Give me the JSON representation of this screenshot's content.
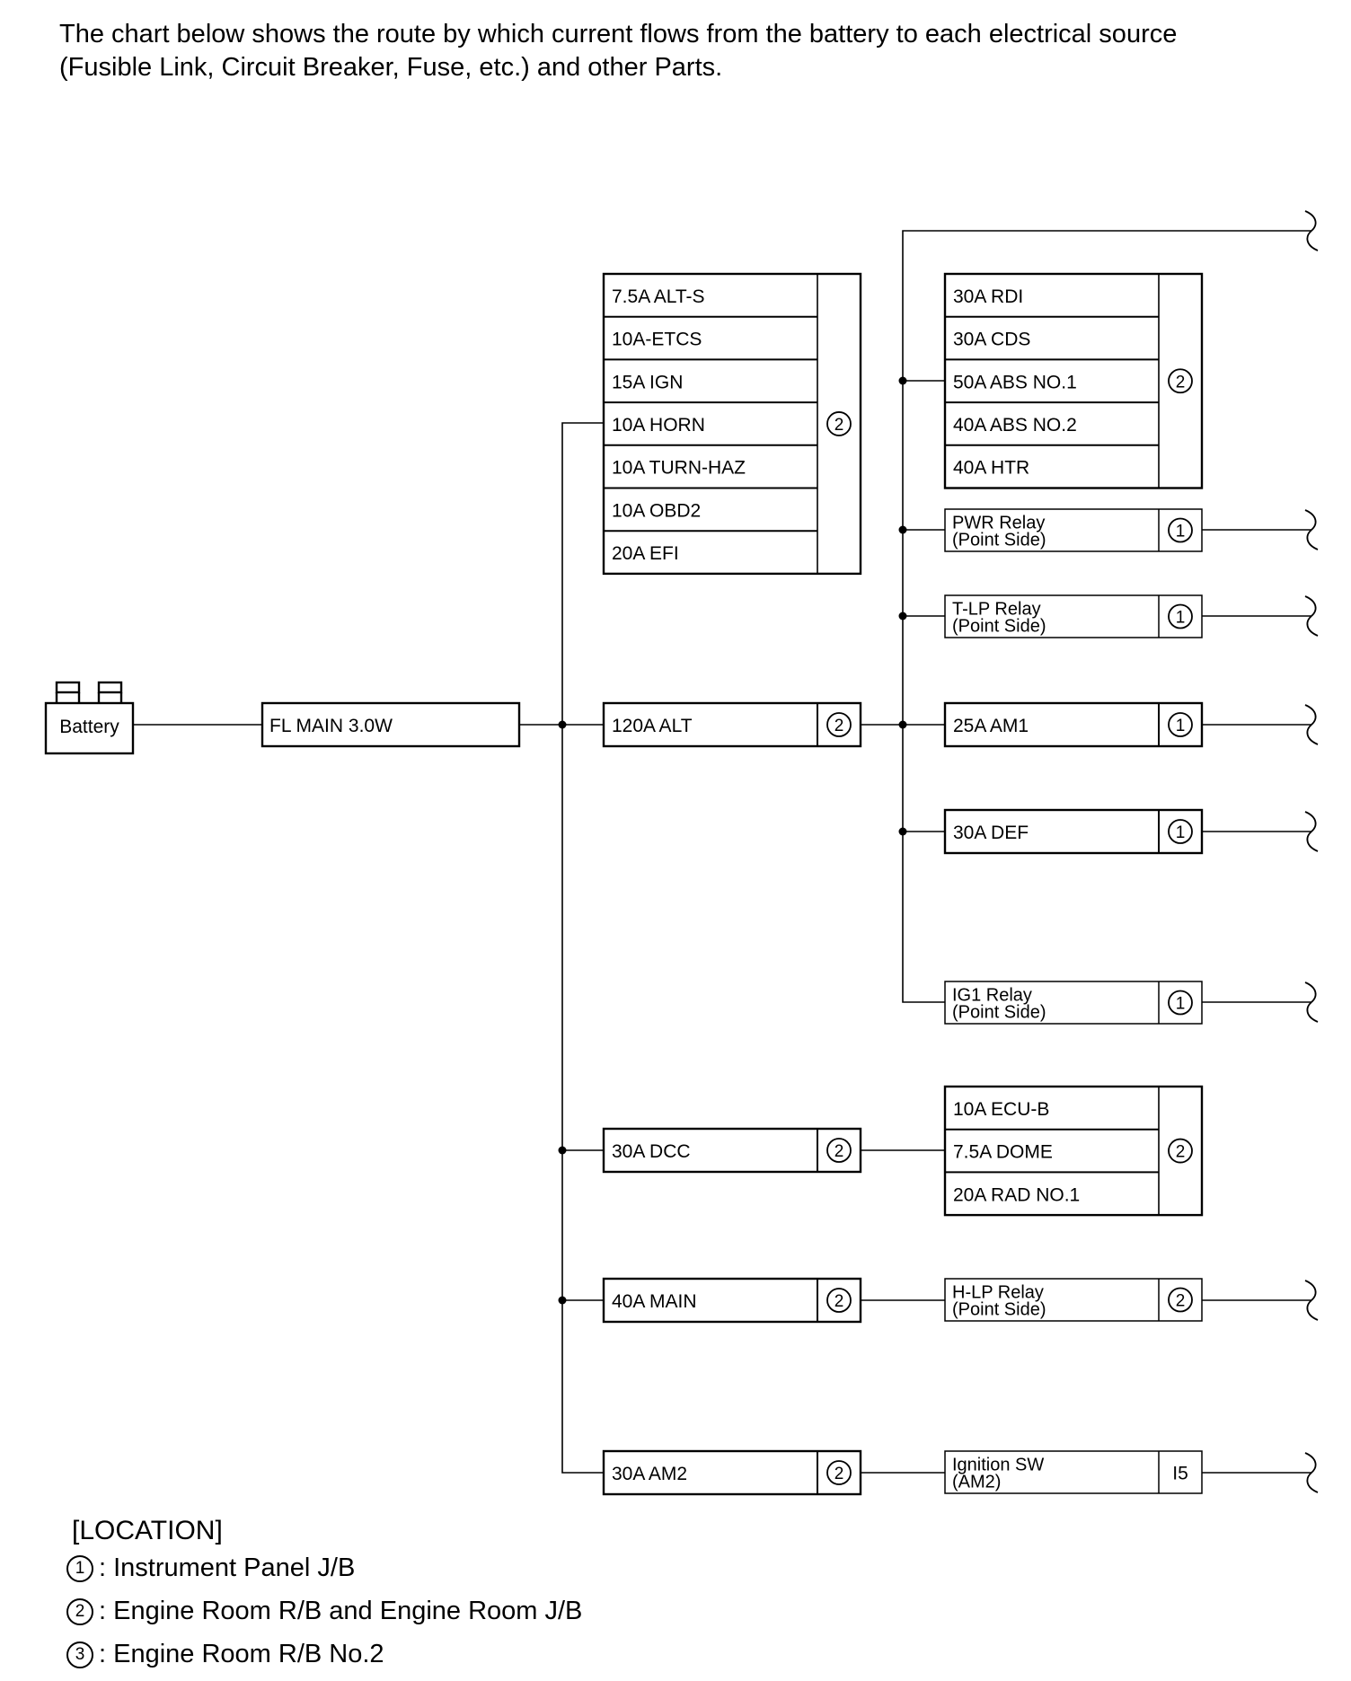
{
  "intro": {
    "line1": "The chart below shows the route by which current flows from the battery to each electrical source",
    "line2": "(Fusible Link, Circuit Breaker, Fuse, etc.) and other Parts."
  },
  "battery_label": "Battery",
  "main_link_label": "FL MAIN 3.0W",
  "upper_group": {
    "fuses": [
      "7.5A ALT-S",
      "10A-ETCS",
      "15A IGN",
      "10A HORN",
      "10A TURN-HAZ",
      "10A OBD2",
      "20A EFI"
    ],
    "location": "2"
  },
  "alt_fuse": {
    "label": "120A ALT",
    "location": "2"
  },
  "right_group": {
    "fuses": [
      "30A RDI",
      "30A CDS",
      "50A ABS NO.1",
      "40A ABS NO.2",
      "40A HTR"
    ],
    "location": "2"
  },
  "alt_outputs": [
    {
      "line1": "PWR Relay",
      "line2": "(Point Side)",
      "location": "1"
    },
    {
      "line1": "T-LP Relay",
      "line2": "(Point Side)",
      "location": "1"
    },
    {
      "line1": "25A AM1",
      "location": "1"
    },
    {
      "line1": "30A DEF",
      "location": "1"
    },
    {
      "line1": "IG1 Relay",
      "line2": "(Point Side)",
      "location": "1"
    }
  ],
  "dcc_fuse": {
    "label": "30A DCC",
    "location": "2"
  },
  "dcc_group": {
    "fuses": [
      "10A ECU-B",
      "7.5A DOME",
      "20A RAD NO.1"
    ],
    "location": "2"
  },
  "main_fuse": {
    "label": "40A MAIN",
    "location": "2"
  },
  "hlp_relay": {
    "line1": "H-LP Relay",
    "line2": "(Point Side)",
    "location": "2"
  },
  "am2_fuse": {
    "label": "30A AM2",
    "location": "2"
  },
  "ignition_sw": {
    "line1": "Ignition SW",
    "line2": "(AM2)",
    "code": "I5"
  },
  "legend": {
    "title": "[LOCATION]",
    "items": [
      {
        "num": "1",
        "text": ": Instrument Panel J/B"
      },
      {
        "num": "2",
        "text": ": Engine Room R/B and Engine Room J/B"
      },
      {
        "num": "3",
        "text": ": Engine Room R/B No.2"
      }
    ]
  }
}
